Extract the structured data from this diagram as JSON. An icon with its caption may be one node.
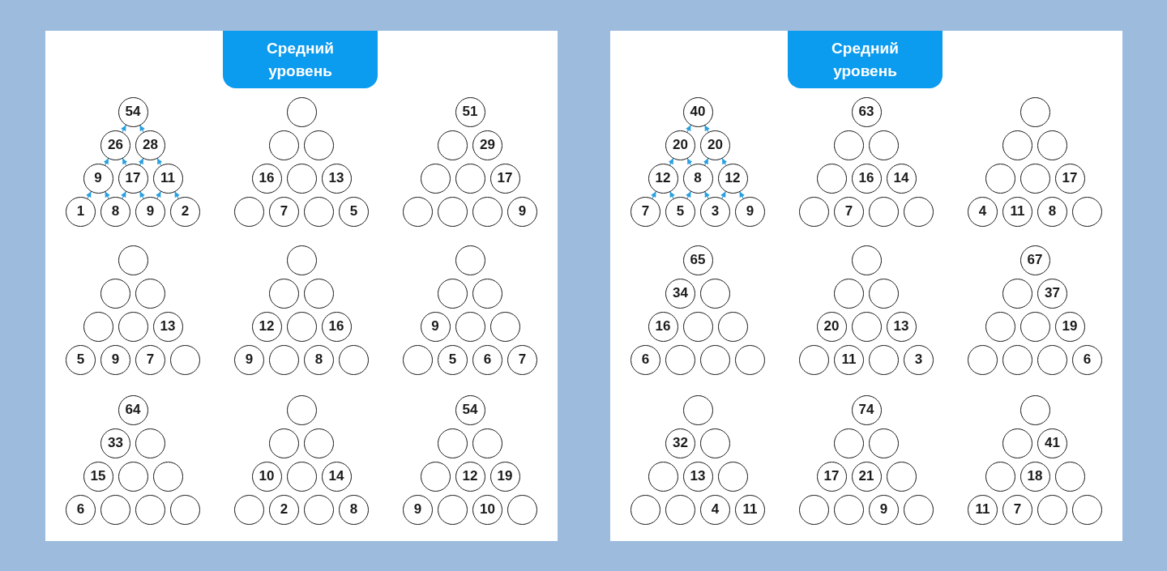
{
  "diagram": {
    "nodes": [
      {
        "text": [
          "Средний уровень"
        ]
      },
      {
        "text": [
          "54"
        ]
      },
      {
        "text": [
          "26"
        ]
      },
      {
        "text": [
          "28"
        ]
      },
      {
        "text": [
          "9"
        ]
      },
      {
        "text": [
          "17"
        ]
      },
      {
        "text": [
          "11"
        ]
      },
      {
        "text": [
          "1"
        ]
      },
      {
        "text": [
          "8"
        ]
      },
      {
        "text": [
          "9"
        ]
      },
      {
        "text": [
          "2"
        ]
      },
      {
        "text": [],
        "shape": "circle"
      },
      {
        "text": [],
        "shape": "circle"
      },
      {
        "text": [],
        "shape": "circle"
      },
      {
        "text": [
          "16"
        ]
      },
      {
        "text": [],
        "shape": "circle"
      },
      {
        "text": [
          "13"
        ]
      },
      {
        "text": [],
        "shape": "circle"
      },
      {
        "text": [
          "7"
        ]
      },
      {
        "text": [],
        "shape": "circle"
      },
      {
        "text": [
          "5"
        ]
      },
      {
        "text": [
          "51"
        ]
      },
      {
        "text": [],
        "shape": "circle"
      },
      {
        "text": [
          "29"
        ]
      },
      {
        "text": [],
        "shape": "circle"
      },
      {
        "text": [],
        "shape": "circle"
      },
      {
        "text": [
          "17"
        ]
      },
      {
        "text": [],
        "shape": "circle"
      },
      {
        "text": [],
        "shape": "circle"
      },
      {
        "text": [],
        "shape": "circle"
      },
      {
        "text": [
          "9"
        ]
      },
      {
        "text": [],
        "shape": "circle"
      },
      {
        "text": [],
        "shape": "circle"
      },
      {
        "text": [],
        "shape": "circle"
      },
      {
        "text": [],
        "shape": "circle"
      },
      {
        "text": [],
        "shape": "circle"
      },
      {
        "text": [
          "13"
        ]
      },
      {
        "text": [
          "5"
        ]
      },
      {
        "text": [
          "9"
        ]
      },
      {
        "text": [
          "7"
        ]
      },
      {
        "text": [],
        "shape": "circle"
      },
      {
        "text": [],
        "shape": "circle"
      },
      {
        "text": [],
        "shape": "circle"
      },
      {
        "text": [],
        "shape": "circle"
      },
      {
        "text": [
          "12"
        ]
      },
      {
        "text": [],
        "shape": "circle"
      },
      {
        "text": [
          "16"
        ]
      },
      {
        "text": [
          "9"
        ]
      },
      {
        "text": [],
        "shape": "circle"
      },
      {
        "text": [
          "8"
        ]
      },
      {
        "text": [],
        "shape": "circle"
      },
      {
        "text": [],
        "shape": "circle"
      },
      {
        "text": [],
        "shape": "circle"
      },
      {
        "text": [],
        "shape": "circle"
      },
      {
        "text": [
          "9"
        ]
      },
      {
        "text": [],
        "shape": "circle"
      },
      {
        "text": [],
        "shape": "circle"
      },
      {
        "text": [],
        "shape": "circle"
      },
      {
        "text": [
          "5"
        ]
      },
      {
        "text": [
          "6"
        ]
      },
      {
        "text": [
          "7"
        ]
      },
      {
        "text": [
          "64"
        ]
      },
      {
        "text": [
          "33"
        ]
      },
      {
        "text": [],
        "shape": "circle"
      },
      {
        "text": [
          "15"
        ]
      },
      {
        "text": [],
        "shape": "circle"
      },
      {
        "text": [],
        "shape": "circle"
      },
      {
        "text": [
          "6"
        ]
      },
      {
        "text": [],
        "shape": "circle"
      },
      {
        "text": [],
        "shape": "circle"
      },
      {
        "text": [],
        "shape": "circle"
      },
      {
        "text": [],
        "shape": "circle"
      },
      {
        "text": [],
        "shape": "circle"
      },
      {
        "text": [],
        "shape": "circle"
      },
      {
        "text": [
          "10"
        ]
      },
      {
        "text": [],
        "shape": "circle"
      },
      {
        "text": [
          "14"
        ]
      },
      {
        "text": [],
        "shape": "circle"
      },
      {
        "text": [
          "2"
        ]
      },
      {
        "text": [],
        "shape": "circle"
      },
      {
        "text": [
          "8"
        ]
      },
      {
        "text": [
          "54"
        ]
      },
      {
        "text": [],
        "shape": "circle"
      },
      {
        "text": [],
        "shape": "circle"
      },
      {
        "text": [],
        "shape": "circle"
      },
      {
        "text": [
          "12"
        ]
      },
      {
        "text": [
          "19"
        ]
      },
      {
        "text": [
          "9"
        ]
      },
      {
        "text": [],
        "shape": "circle"
      },
      {
        "text": [
          "10"
        ]
      },
      {
        "text": [],
        "shape": "circle"
      },
      {
        "text": [
          "Средний уровень"
        ]
      },
      {
        "text": [
          "40"
        ]
      },
      {
        "text": [
          "20"
        ]
      },
      {
        "text": [
          "20"
        ]
      },
      {
        "text": [
          "12"
        ]
      },
      {
        "text": [
          "8"
        ]
      },
      {
        "text": [
          "12"
        ]
      },
      {
        "text": [
          "7"
        ]
      },
      {
        "text": [
          "5"
        ]
      },
      {
        "text": [
          "3"
        ]
      },
      {
        "text": [
          "9"
        ]
      },
      {
        "text": [
          "63"
        ]
      },
      {
        "text": [],
        "shape": "circle"
      },
      {
        "text": [],
        "shape": "circle"
      },
      {
        "text": [],
        "shape": "circle"
      },
      {
        "text": [
          "16"
        ]
      },
      {
        "text": [
          "14"
        ]
      },
      {
        "text": [],
        "shape": "circle"
      },
      {
        "text": [
          "7"
        ]
      },
      {
        "text": [],
        "shape": "circle"
      },
      {
        "text": [],
        "shape": "circle"
      },
      {
        "text": [],
        "shape": "circle"
      },
      {
        "text": [],
        "shape": "circle"
      },
      {
        "text": [],
        "shape": "circle"
      },
      {
        "text": [],
        "shape": "circle"
      },
      {
        "text": [],
        "shape": "circle"
      },
      {
        "text": [
          "17"
        ]
      },
      {
        "text": [
          "4"
        ]
      },
      {
        "text": [
          "11"
        ]
      },
      {
        "text": [
          "8"
        ]
      },
      {
        "text": [],
        "shape": "circle"
      },
      {
        "text": [
          "65"
        ]
      },
      {
        "text": [
          "34"
        ]
      },
      {
        "text": [],
        "shape": "circle"
      },
      {
        "text": [
          "16"
        ]
      },
      {
        "text": [],
        "shape": "circle"
      },
      {
        "text": [],
        "shape": "circle"
      },
      {
        "text": [
          "6"
        ]
      },
      {
        "text": [],
        "shape": "circle"
      },
      {
        "text": [],
        "shape": "circle"
      },
      {
        "text": [],
        "shape": "circle"
      },
      {
        "text": [],
        "shape": "circle"
      },
      {
        "text": [],
        "shape": "circle"
      },
      {
        "text": [],
        "shape": "circle"
      },
      {
        "text": [
          "20"
        ]
      },
      {
        "text": [],
        "shape": "circle"
      },
      {
        "text": [
          "13"
        ]
      },
      {
        "text": [],
        "shape": "circle"
      },
      {
        "text": [
          "11"
        ]
      },
      {
        "text": [],
        "shape": "circle"
      },
      {
        "text": [
          "3"
        ]
      },
      {
        "text": [
          "67"
        ]
      },
      {
        "text": [],
        "shape": "circle"
      },
      {
        "text": [
          "37"
        ]
      },
      {
        "text": [],
        "shape": "circle"
      },
      {
        "text": [],
        "shape": "circle"
      },
      {
        "text": [
          "19"
        ]
      },
      {
        "text": [],
        "shape": "circle"
      },
      {
        "text": [],
        "shape": "circle"
      },
      {
        "text": [],
        "shape": "circle"
      },
      {
        "text": [
          "6"
        ]
      },
      {
        "text": [],
        "shape": "circle"
      },
      {
        "text": [
          "32"
        ]
      },
      {
        "text": [],
        "shape": "circle"
      },
      {
        "text": [],
        "shape": "circle"
      },
      {
        "text": [
          "13"
        ]
      },
      {
        "text": [],
        "shape": "circle"
      },
      {
        "text": [],
        "shape": "circle"
      },
      {
        "text": [],
        "shape": "circle"
      },
      {
        "text": [
          "4"
        ]
      },
      {
        "text": [
          "11"
        ]
      },
      {
        "text": [
          "74"
        ]
      },
      {
        "text": [],
        "shape": "circle"
      },
      {
        "text": [],
        "shape": "circle"
      },
      {
        "text": [
          "17"
        ]
      },
      {
        "text": [
          "21"
        ]
      },
      {
        "text": [],
        "shape": "circle"
      },
      {
        "text": [],
        "shape": "circle"
      },
      {
        "text": [],
        "shape": "circle"
      },
      {
        "text": [
          "9"
        ]
      },
      {
        "text": [],
        "shape": "circle"
      },
      {
        "text": [],
        "shape": "circle"
      },
      {
        "text": [],
        "shape": "circle"
      },
      {
        "text": [
          "41"
        ]
      },
      {
        "text": [],
        "shape": "circle"
      },
      {
        "text": [
          "18"
        ]
      },
      {
        "text": [],
        "shape": "circle"
      },
      {
        "text": [
          "11"
        ]
      },
      {
        "text": [
          "7"
        ]
      },
      {
        "text": [],
        "shape": "circle"
      },
      {
        "text": [],
        "shape": "circle"
      }
    ],
    "edges": [
      {
        "from": 2,
        "to": 1,
        "arrow": "to"
      },
      {
        "from": 3,
        "to": 1,
        "arrow": "to"
      },
      {
        "from": 4,
        "to": 2,
        "arrow": "to"
      },
      {
        "from": 5,
        "to": 2,
        "arrow": "to"
      },
      {
        "from": 5,
        "to": 3,
        "arrow": "to"
      },
      {
        "from": 6,
        "to": 3,
        "arrow": "to"
      },
      {
        "from": 7,
        "to": 4,
        "arrow": "to"
      },
      {
        "from": 8,
        "to": 4,
        "arrow": "to"
      },
      {
        "from": 8,
        "to": 5,
        "arrow": "to"
      },
      {
        "from": 9,
        "to": 5,
        "arrow": "to"
      },
      {
        "from": 9,
        "to": 6,
        "arrow": "to"
      },
      {
        "from": 10,
        "to": 6,
        "arrow": "to"
      },
      {
        "from": 93,
        "to": 92,
        "arrow": "to"
      },
      {
        "from": 94,
        "to": 92,
        "arrow": "to"
      },
      {
        "from": 95,
        "to": 93,
        "arrow": "to"
      },
      {
        "from": 96,
        "to": 93,
        "arrow": "to"
      },
      {
        "from": 96,
        "to": 94,
        "arrow": "to"
      },
      {
        "from": 97,
        "to": 94,
        "arrow": "to"
      },
      {
        "from": 98,
        "to": 95,
        "arrow": "to"
      },
      {
        "from": 99,
        "to": 95,
        "arrow": "to"
      },
      {
        "from": 99,
        "to": 96,
        "arrow": "to"
      },
      {
        "from": 100,
        "to": 96,
        "arrow": "to"
      },
      {
        "from": 100,
        "to": 97,
        "arrow": "to"
      },
      {
        "from": 101,
        "to": 97,
        "arrow": "to"
      }
    ]
  }
}
